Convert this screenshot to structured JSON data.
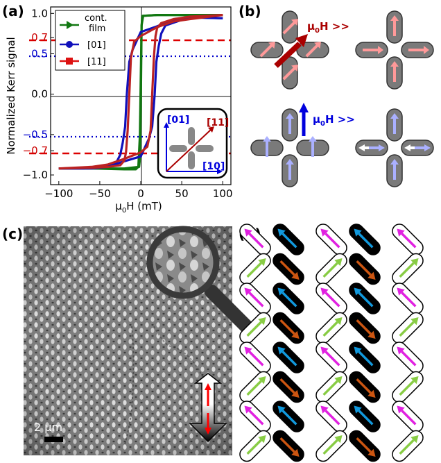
{
  "panels": {
    "a": "(a)",
    "b": "(b)",
    "c": "(c)",
    "d": "(d)"
  },
  "chart_data": {
    "type": "line",
    "xlabel": "μ0H (mT)",
    "ylabel": "Normalized Kerr signal",
    "xlim": [
      -110,
      110
    ],
    "ylim": [
      -1.12,
      1.08
    ],
    "x_ticks": [
      "−100",
      "−50",
      "0",
      "50",
      "100"
    ],
    "y_ticks_left": [
      {
        "value": 1.0,
        "label": "1.0",
        "color": "#000000"
      },
      {
        "value": 0.7,
        "label": "0.7",
        "color": "#cc0000"
      },
      {
        "value": 0.5,
        "label": "0.5",
        "color": "#0000cc"
      },
      {
        "value": 0.0,
        "label": "0.0",
        "color": "#000000"
      },
      {
        "value": -0.5,
        "label": "−0.5",
        "color": "#0000cc"
      },
      {
        "value": -0.7,
        "label": "−0.7",
        "color": "#cc0000"
      },
      {
        "value": -1.0,
        "label": "−1.0",
        "color": "#000000"
      }
    ],
    "reference_lines": [
      {
        "y": 0.7,
        "style": "dashed",
        "color": "#dd0000"
      },
      {
        "y": -0.7,
        "style": "dashed",
        "color": "#dd0000"
      },
      {
        "y": 0.5,
        "style": "dotted",
        "color": "#0000cc"
      },
      {
        "y": -0.5,
        "style": "dotted",
        "color": "#0000cc"
      }
    ],
    "legend_position": "top-left",
    "series": [
      {
        "name": "cont. film",
        "color": "#117711",
        "marker": "triangle-right",
        "branches": [
          {
            "x": [
              -100,
              -60,
              -20,
              -6,
              -3,
              -1,
              0,
              1,
              2,
              20,
              60,
              100
            ],
            "y": [
              -0.92,
              -0.92,
              -0.93,
              -0.93,
              -0.9,
              -0.5,
              0.2,
              0.85,
              0.97,
              0.98,
              0.98,
              0.98
            ]
          },
          {
            "x": [
              100,
              60,
              20,
              3,
              1,
              0,
              -1,
              -2,
              -20,
              -60,
              -100
            ],
            "y": [
              0.98,
              0.98,
              0.98,
              0.97,
              0.85,
              -0.2,
              -0.8,
              -0.9,
              -0.92,
              -0.92,
              -0.92
            ]
          }
        ]
      },
      {
        "name": "[01]",
        "color": "#1010bb",
        "marker": "circle",
        "branches": [
          {
            "x": [
              -100,
              -60,
              -40,
              -20,
              0,
              10,
              14,
              17,
              19,
              22,
              25,
              30,
              50,
              70,
              100
            ],
            "y": [
              -0.92,
              -0.92,
              -0.9,
              -0.83,
              -0.77,
              -0.55,
              -0.4,
              0.0,
              0.4,
              0.6,
              0.75,
              0.85,
              0.92,
              0.95,
              0.94
            ]
          },
          {
            "x": [
              100,
              60,
              40,
              20,
              0,
              -10,
              -14,
              -17,
              -19,
              -22,
              -25,
              -30,
              -50,
              -70,
              -100
            ],
            "y": [
              0.94,
              0.95,
              0.92,
              0.84,
              0.77,
              0.55,
              0.4,
              0.0,
              -0.4,
              -0.6,
              -0.75,
              -0.85,
              -0.9,
              -0.92,
              -0.92
            ]
          }
        ]
      },
      {
        "name": "[11]",
        "color": "#bb2222",
        "marker": "square",
        "branches": [
          {
            "x": [
              -100,
              -60,
              -40,
              -20,
              0,
              8,
              12,
              14,
              16,
              18,
              20,
              25,
              40,
              60,
              100
            ],
            "y": [
              -0.92,
              -0.9,
              -0.87,
              -0.8,
              -0.72,
              -0.65,
              -0.45,
              0.0,
              0.45,
              0.72,
              0.82,
              0.88,
              0.93,
              0.96,
              0.98
            ]
          },
          {
            "x": [
              100,
              60,
              40,
              20,
              0,
              -8,
              -12,
              -14,
              -16,
              -18,
              -20,
              -25,
              -40,
              -60,
              -100
            ],
            "y": [
              0.98,
              0.93,
              0.9,
              0.83,
              0.72,
              0.65,
              0.45,
              0.0,
              -0.45,
              -0.72,
              -0.82,
              -0.88,
              -0.9,
              -0.91,
              -0.92
            ]
          }
        ]
      }
    ]
  },
  "legend": {
    "film_line1": "cont.",
    "film_line2": "film",
    "l01": "[01]",
    "l11": "[11]"
  },
  "inset": {
    "lbl01": "[01]",
    "lbl10": "[10]",
    "lbl11": "[11]"
  },
  "panel_b": {
    "field_top": "μ0H >>",
    "field_bottom": "μ0H >>"
  },
  "panel_c": {
    "scalebar": "2 μm"
  },
  "colors": {
    "magenta": "#e020e0",
    "cyan": "#1199dd",
    "green": "#88cc44",
    "orange": "#cc5511",
    "pink": "#ff9999",
    "lavender": "#aab0ff",
    "red": "#aa0000",
    "blue": "#0000dd"
  }
}
